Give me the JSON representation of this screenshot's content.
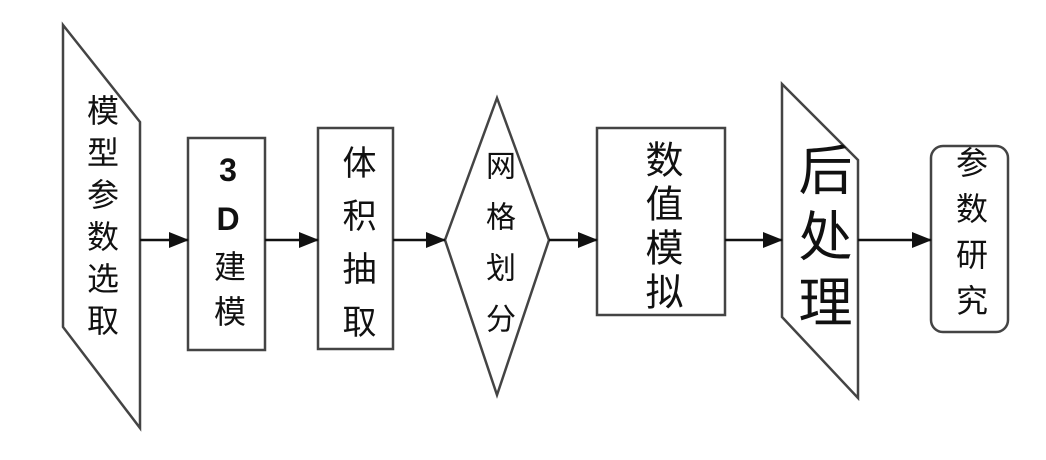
{
  "diagram": {
    "title": "",
    "nodes": [
      {
        "id": "n1",
        "shape": "manual-input",
        "label": "模型参数选取"
      },
      {
        "id": "n2",
        "shape": "rectangle",
        "label_bold": "3D",
        "label": "建模"
      },
      {
        "id": "n3",
        "shape": "rectangle",
        "label": "体积抽取"
      },
      {
        "id": "n4",
        "shape": "diamond",
        "label": "网格划分"
      },
      {
        "id": "n5",
        "shape": "rectangle",
        "label": "数值模拟"
      },
      {
        "id": "n6",
        "shape": "manual-input",
        "label": "后处理"
      },
      {
        "id": "n7",
        "shape": "rounded-rectangle",
        "label": "参数研究"
      }
    ],
    "edges": [
      [
        "n1",
        "n2"
      ],
      [
        "n2",
        "n3"
      ],
      [
        "n3",
        "n4"
      ],
      [
        "n4",
        "n5"
      ],
      [
        "n5",
        "n6"
      ],
      [
        "n6",
        "n7"
      ]
    ],
    "colors": {
      "stroke": "#333333",
      "arrow": "#111111",
      "background": "#ffffff"
    }
  }
}
